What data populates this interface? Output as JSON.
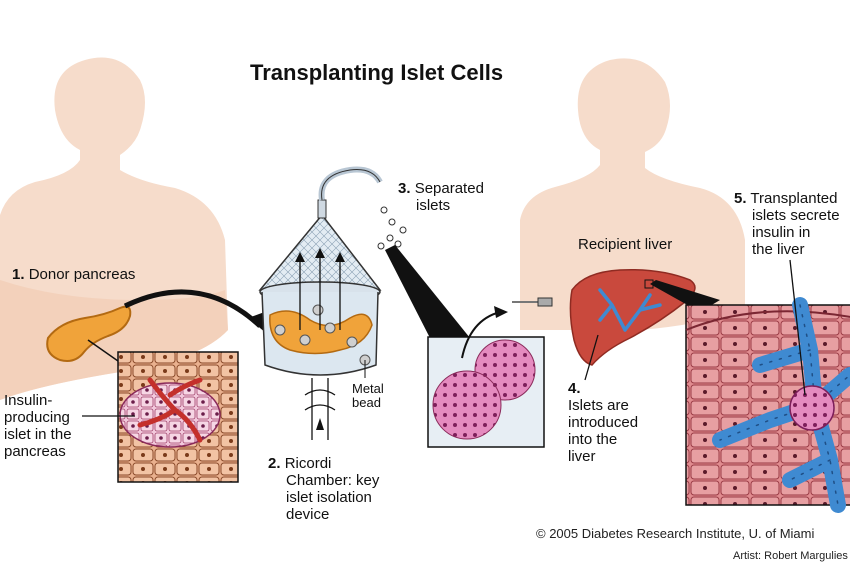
{
  "title": "Transplanting Islet Cells",
  "steps": [
    {
      "number": "1.",
      "text": "Donor pancreas"
    },
    {
      "number": "2.",
      "lines": [
        "Ricordi",
        "Chamber: key",
        "islet isolation",
        "device"
      ]
    },
    {
      "number": "3.",
      "lines": [
        "Separated",
        "islets"
      ]
    },
    {
      "number": "4.",
      "lines": [
        "Islets are",
        "introduced",
        "into the",
        "liver"
      ]
    },
    {
      "number": "5.",
      "lines": [
        "Transplanted",
        "islets secrete",
        "insulin in",
        "the liver"
      ]
    }
  ],
  "labels": {
    "insulin_islet": [
      "Insulin-",
      "producing",
      "islet in the",
      "pancreas"
    ],
    "metal_bead": [
      "Metal",
      "bead"
    ],
    "recipient_liver": "Recipient liver"
  },
  "credits": {
    "copyright": "© 2005 Diabetes Research Institute, U. of Miami",
    "artist": "Artist: Robert Margulies"
  }
}
